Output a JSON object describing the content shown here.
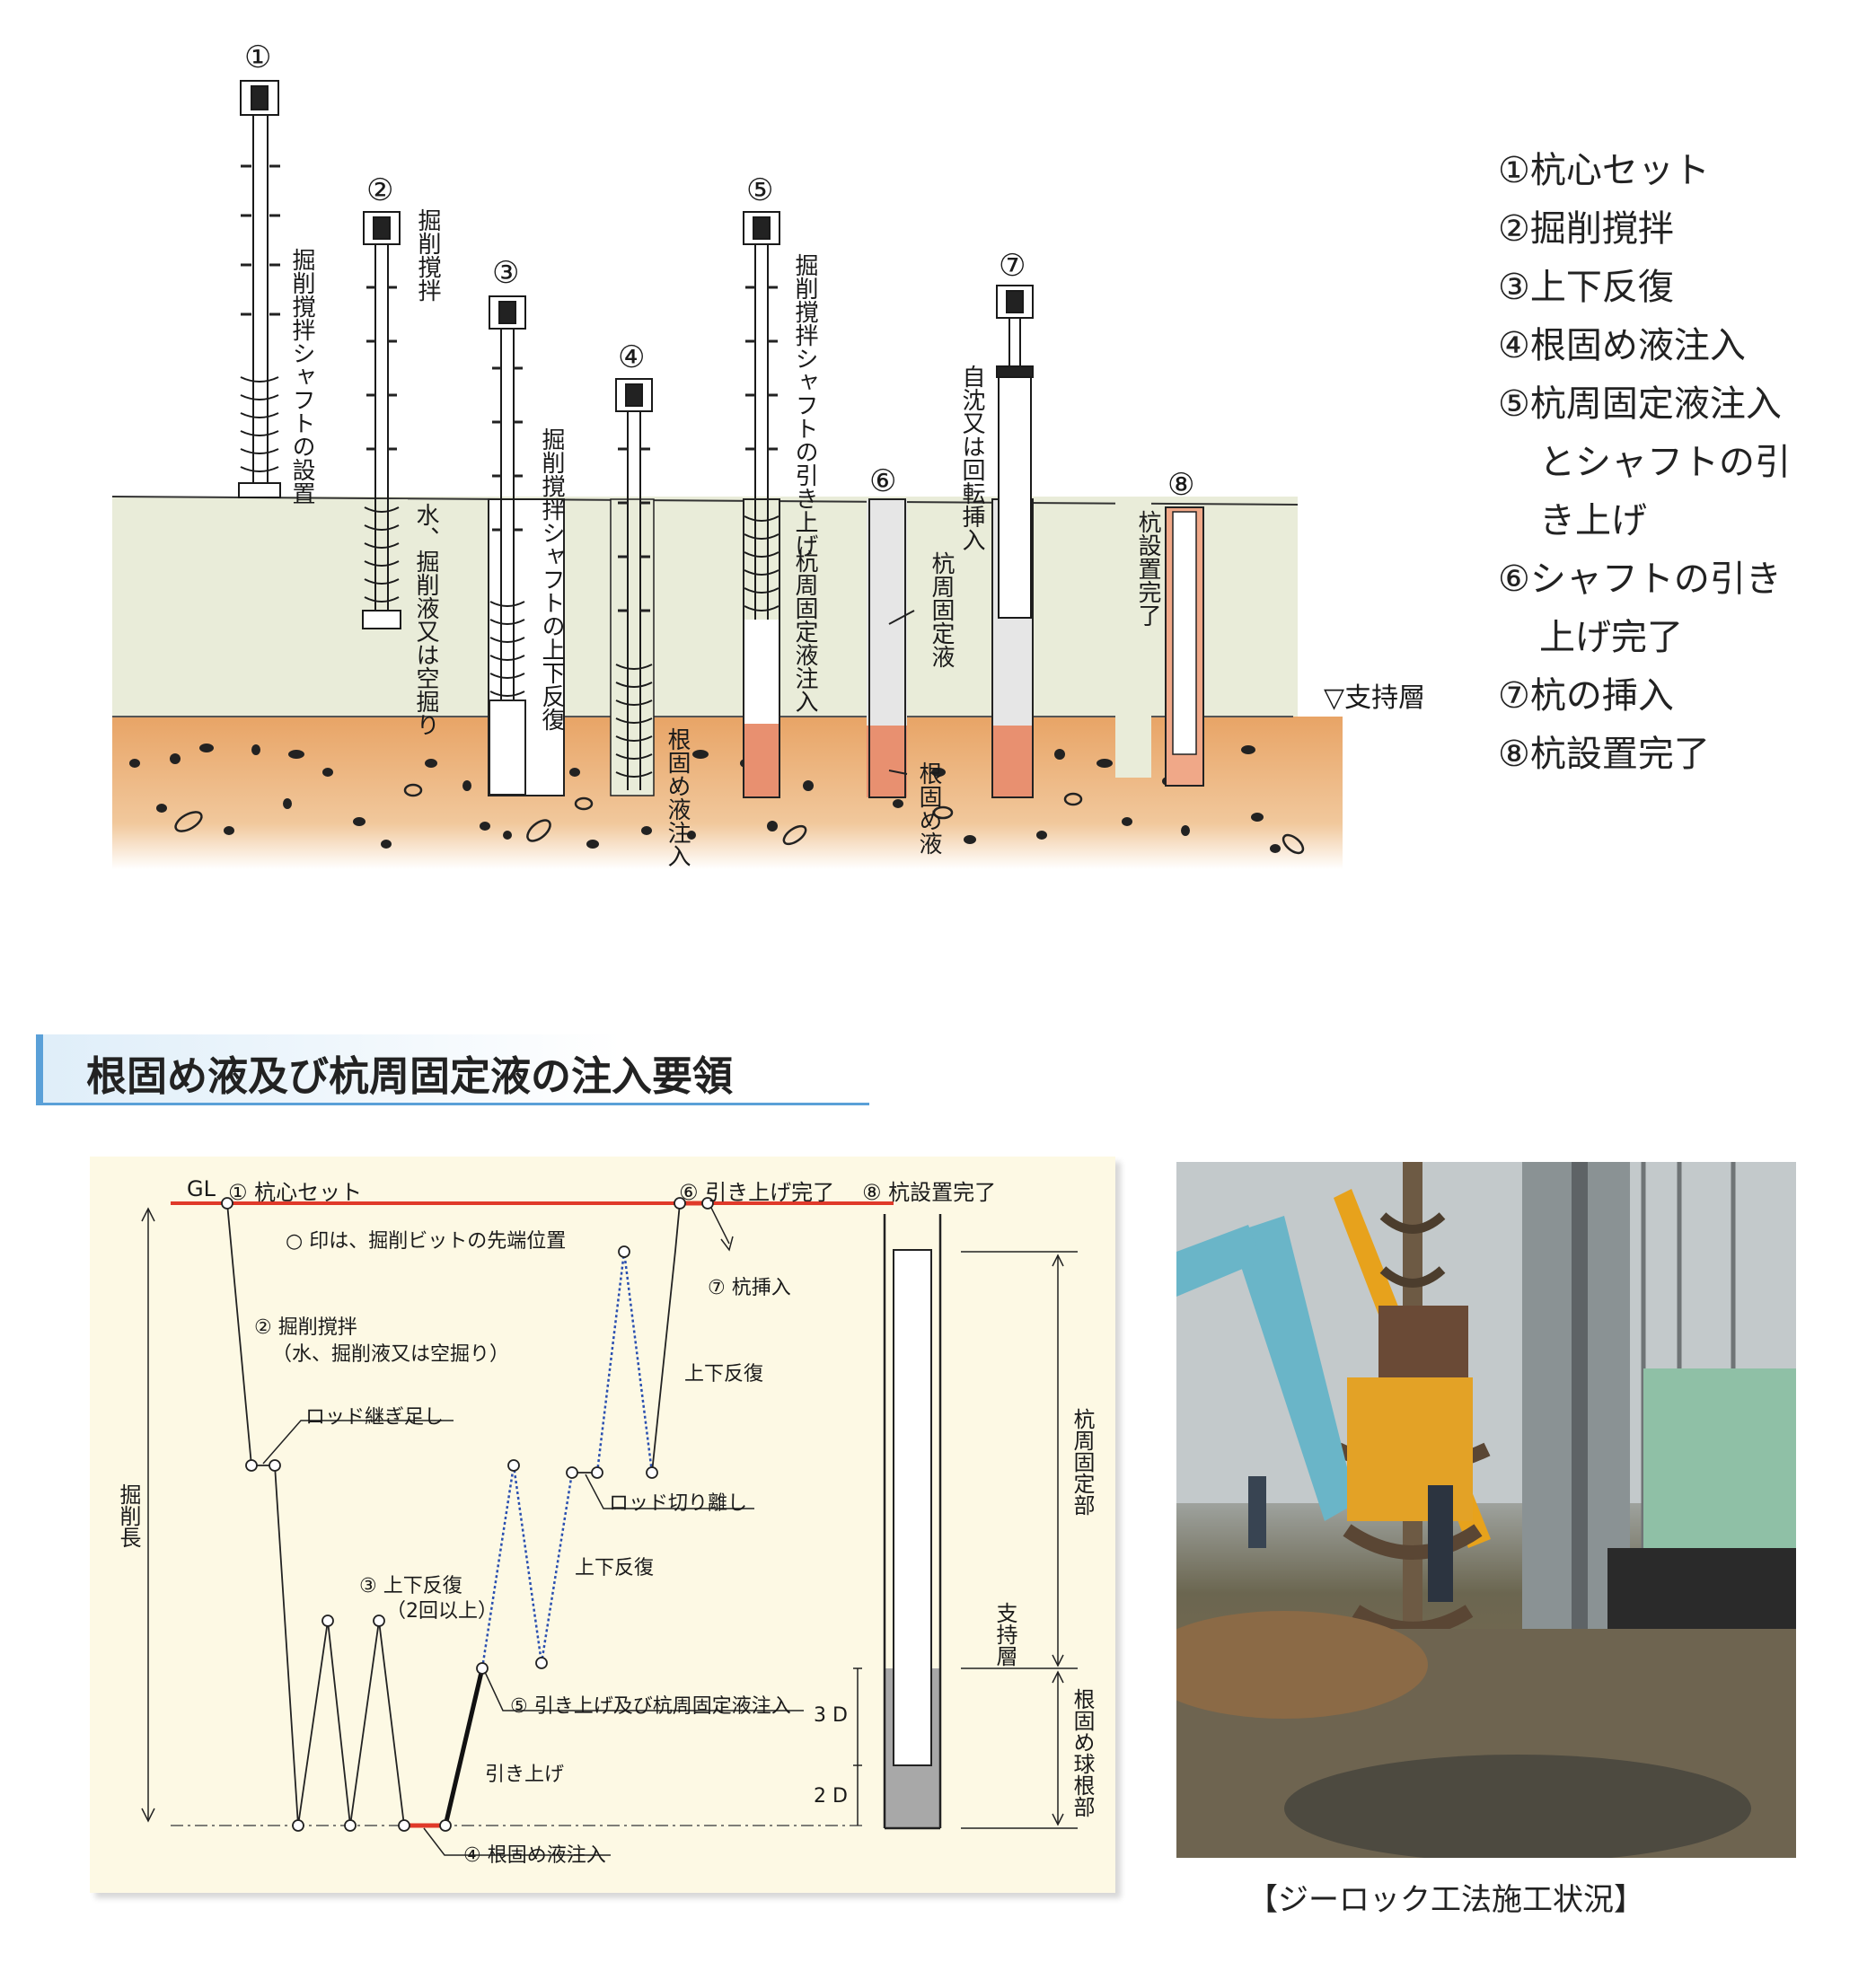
{
  "steps": [
    {
      "num": "①",
      "label": "掘削撹拌シャフトの設置"
    },
    {
      "num": "②",
      "label": "掘削撹拌",
      "note": "水、掘削液又は空掘り"
    },
    {
      "num": "③",
      "label": "掘削撹拌シャフトの上下反復"
    },
    {
      "num": "④",
      "label": "根固め液注入"
    },
    {
      "num": "⑤",
      "label": "掘削撹拌シャフトの引き上げ",
      "note": "杭周固定液注入"
    },
    {
      "num": "⑥",
      "label": "杭周固定液",
      "note": "根固め液"
    },
    {
      "num": "⑦",
      "label": "自沈又は回転挿入"
    },
    {
      "num": "⑧",
      "label": "杭設置完了"
    }
  ],
  "support_layer": "▽支持層",
  "legend": [
    {
      "text": "①杭心セット"
    },
    {
      "text": "②掘削撹拌"
    },
    {
      "text": "③上下反復"
    },
    {
      "text": "④根固め液注入"
    },
    {
      "text": "⑤杭周固定液注入",
      "cont": "とシャフトの引"
    },
    {
      "cont2": "き上げ"
    },
    {
      "text": "⑥シャフトの引き",
      "cont": "上げ完了"
    },
    {
      "text": "⑦杭の挿入"
    },
    {
      "text": "⑧杭設置完了"
    }
  ],
  "section_title": "根固め液及び杭周固定液の注入要領",
  "chart": {
    "gl": "GL",
    "l1": "① 杭心セット",
    "note": "○ 印は、掘削ビットの先端位置",
    "l2a": "② 掘削撹拌",
    "l2b": "（水、掘削液又は空掘り）",
    "rod_add": "ロッド継ぎ足し",
    "l3a": "③ 上下反復",
    "l3b": "（2回以上）",
    "l4": "④ 根固め液注入",
    "l5": "⑤ 引き上げ及び杭周固定液注入",
    "pull": "引き上げ",
    "updown1": "上下反復",
    "updown2": "上下反復",
    "rod_cut": "ロッド切り離し",
    "l6": "⑥ 引き上げ完了",
    "l7": "⑦ 杭挿入",
    "l8": "⑧ 杭設置完了",
    "depth": "掘削長",
    "fix_part": "杭周固定部",
    "support": "支持層",
    "root": "根固め球根部",
    "d3": "3 D",
    "d2": "2 D"
  },
  "photo_caption": "【ジーロック工法施工状況】",
  "colors": {
    "ground": "#e9ecd9",
    "support": "#e8a868",
    "pink": "#f0b8a8",
    "red": "#e03a2a",
    "blue": "#2a4fb0"
  }
}
